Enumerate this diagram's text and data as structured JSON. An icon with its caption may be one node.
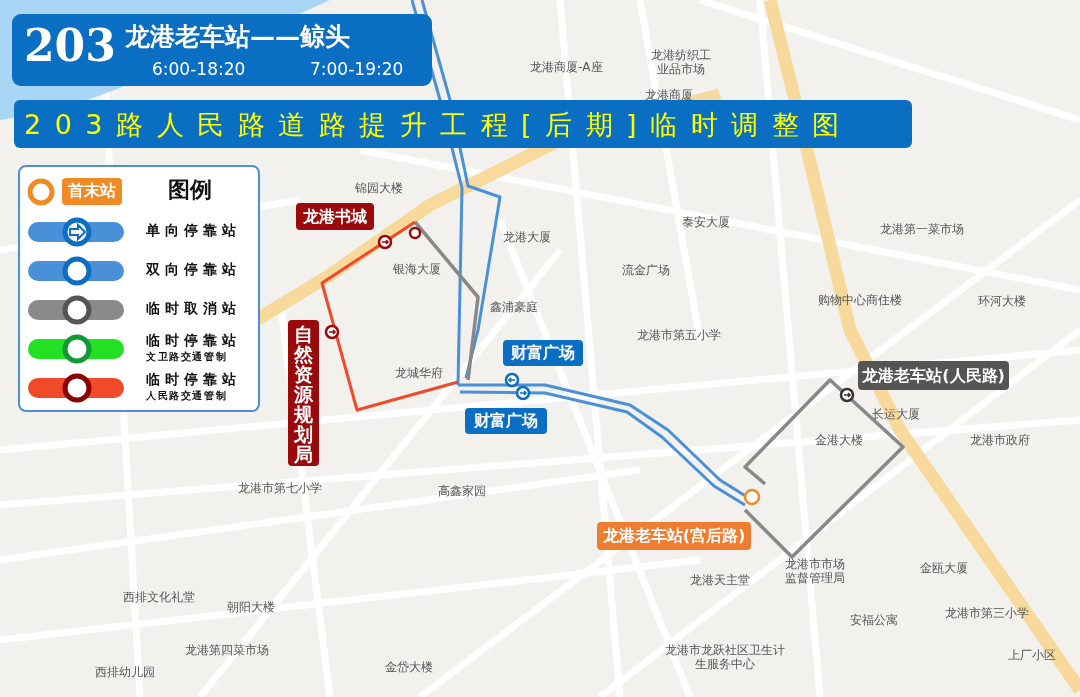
{
  "diagram": {
    "title": "203路人民路道路提升工程[后期]临时调整图",
    "nodes": [
      {
        "text": [
          "203",
          "龙港老车站——鲸头",
          "6:00-18:20",
          "7:00-19:20"
        ]
      },
      {
        "text": [
          "龙港书城"
        ]
      },
      {
        "text": [
          "自然资源规划局"
        ]
      },
      {
        "text": [
          "财富广场"
        ]
      },
      {
        "text": [
          "财富广场"
        ]
      },
      {
        "text": [
          "龙港老车站(宫后路)"
        ]
      },
      {
        "text": [
          "龙港老车站(人民路)"
        ]
      }
    ],
    "labels": [
      "图例",
      "文卫路交通管制",
      "人民路交通管制",
      "龙港商厦-A座",
      "龙港纺织工业品市场",
      "龙港商厦",
      "锦园大楼",
      "泰安大厦",
      "龙港大厦",
      "银海大厦",
      "流金广场",
      "龙港第一菜市场",
      "购物中心商住楼",
      "环河大楼",
      "鑫浦豪庭",
      "龙港市第五小学",
      "龙城华府",
      "长运大厦",
      "金港大楼",
      "龙港市政府",
      "龙港市第七小学",
      "高鑫家园",
      "龙港市市场监督管理局",
      "金瓯大厦",
      "龙港天主堂",
      "西排文化礼堂",
      "朝阳大楼",
      "龙港市第三小学",
      "安福公寓",
      "龙港第四菜市场",
      "龙港市龙跃社区卫生计生服务中心",
      "上厂小区",
      "金岱大楼",
      "西排幼儿园"
    ],
    "legend": [
      {
        "text": "首末站"
      },
      {
        "text": "单向停靠站"
      },
      {
        "text": "双向停靠站"
      },
      {
        "text": "临时取消站"
      },
      {
        "text": "临时停靠站"
      },
      {
        "text": "临时停靠站"
      }
    ]
  }
}
